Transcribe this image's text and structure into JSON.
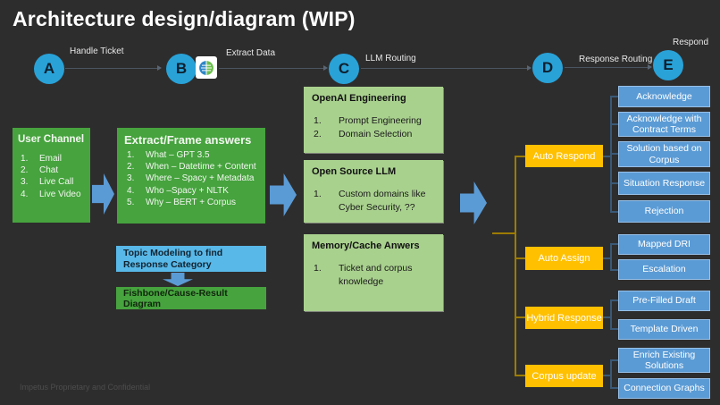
{
  "title": "Architecture design/diagram (WIP)",
  "footer": "Impetus Proprietary and Confidential",
  "colors": {
    "background": "#2e2d2d",
    "green_box": "#46a33e",
    "light_green_box": "#a9d18e",
    "sky_blue_box": "#58b8e8",
    "arrow_blue": "#5b9bd5",
    "node_teal": "#29a2d8",
    "orange_box": "#ffc000",
    "output_blue_box": "#5b9bd5"
  },
  "flow": {
    "nodes": [
      {
        "letter": "A",
        "label": "Handle Ticket"
      },
      {
        "letter": "B",
        "label": "Extract Data"
      },
      {
        "letter": "C",
        "label": "LLM Routing"
      },
      {
        "letter": "D",
        "label": "Response Routing"
      },
      {
        "letter": "E",
        "label": "Respond"
      }
    ],
    "icon": "nlp-brain-icon"
  },
  "user_channel": {
    "title": "User Channel",
    "items": [
      "Email",
      "Chat",
      "Live Call",
      "Live Video"
    ]
  },
  "extract_frame": {
    "title": "Extract/Frame answers",
    "items": [
      "What – GPT 3.5",
      "When – Datetime + Content",
      "Where – Spacy + Metadata",
      "Who –Spacy + NLTK",
      "Why – BERT + Corpus"
    ]
  },
  "topic_modeling": {
    "label": "Topic Modeling to find Response Category"
  },
  "fishbone": {
    "label": "Fishbone/Cause-Result Diagram"
  },
  "llm_boxes": [
    {
      "title": "OpenAI Engineering",
      "items": [
        "Prompt Engineering",
        "Domain Selection"
      ]
    },
    {
      "title": "Open Source LLM",
      "items": [
        "Custom domains like Cyber Security, ??"
      ]
    },
    {
      "title": "Memory/Cache Anwers",
      "items": [
        "Ticket and corpus knowledge"
      ]
    }
  ],
  "routing": [
    {
      "label": "Auto Respond",
      "outputs": [
        "Acknowledge",
        "Acknowledge with Contract Terms",
        "Solution based on Corpus",
        "Situation Response",
        "Rejection"
      ]
    },
    {
      "label": "Auto Assign",
      "outputs": [
        "Mapped DRI",
        "Escalation"
      ]
    },
    {
      "label": "Hybrid Response",
      "outputs": [
        "Pre-Filled Draft",
        "Template Driven"
      ]
    },
    {
      "label": "Corpus update",
      "outputs": [
        "Enrich Existing Solutions",
        "Connection Graphs"
      ]
    }
  ]
}
